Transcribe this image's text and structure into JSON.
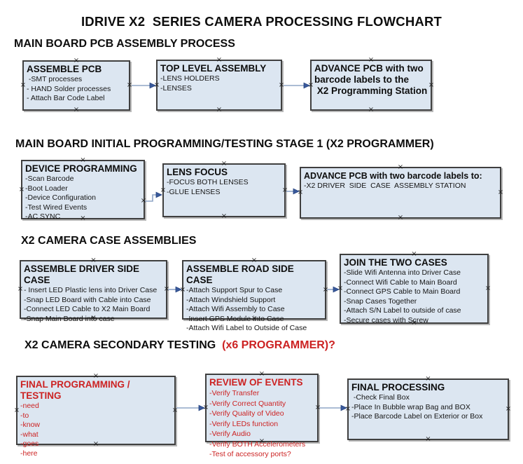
{
  "page_title": "IDRIVE X2  SERIES CAMERA PROCESSING FLOWCHART",
  "icons": {
    "connection_anchor": "×",
    "arrowhead": "right-pointing-triangle"
  },
  "colors": {
    "box_fill": "#dce6f1",
    "box_border": "#3f3f3f",
    "red_text": "#cc2222",
    "arrow_line": "#8fa5c6",
    "arrow_head": "#3a5a9c",
    "text": "#111111",
    "background": "#ffffff"
  },
  "sections": [
    {
      "heading": "MAIN BOARD PCB ASSEMBLY PROCESS",
      "boxes": [
        {
          "title": "ASSEMBLE PCB",
          "items": [
            " -SMT processes",
            "- HAND Solder processes",
            "- Attach Bar Code Label"
          ]
        },
        {
          "title": "TOP LEVEL ASSEMBLY",
          "items": [
            "-LENS HOLDERS",
            "-LENSES"
          ]
        },
        {
          "title": "ADVANCE PCB with two barcode labels to the\n X2 Programming Station",
          "items": []
        }
      ]
    },
    {
      "heading": "MAIN BOARD INITIAL PROGRAMMING/TESTING STAGE 1 (X2 PROGRAMMER)",
      "boxes": [
        {
          "title": "DEVICE PROGRAMMING",
          "items": [
            "-Scan Barcode",
            "-Boot Loader",
            "-Device Configuration",
            "-Test Wired Events",
            "-AC SYNC"
          ]
        },
        {
          "title": "LENS FOCUS",
          "items": [
            "-FOCUS BOTH LENSES",
            "-GLUE LENSES"
          ]
        },
        {
          "title": "ADVANCE PCB with two barcode labels to:",
          "items": [
            "-X2 DRIVER  SIDE  CASE  ASSEMBLY STATION"
          ]
        }
      ]
    },
    {
      "heading": "X2 CAMERA CASE ASSEMBLIES",
      "boxes": [
        {
          "title": "ASSEMBLE DRIVER SIDE CASE",
          "items": [
            "- Insert LED Plastic lens into Driver Case",
            "-Snap LED Board with Cable into Case",
            "-Connect LED Cable to X2 Main Board",
            "-Snap Main Board into case"
          ]
        },
        {
          "title": "ASSEMBLE ROAD SIDE CASE",
          "items": [
            "-Attach Support Spur to Case",
            "-Attach Windshield Support",
            "-Attach Wifi Assembly to Case",
            "-Insert GPS Module into Case",
            "-Attach Wifi Label to Outside of Case"
          ]
        },
        {
          "title": "JOIN THE TWO CASES",
          "items": [
            "-Slide Wifi Antenna into Driver Case",
            "-Connect Wifi Cable to Main Board",
            "-Connect GPS Cable to Main Board",
            "-Snap Cases Together",
            "-Attach S/N Label to outside of case",
            "-Secure cases with Screw"
          ]
        }
      ]
    },
    {
      "heading": "X2 CAMERA SECONDARY TESTING",
      "heading_red": "  (x6 PROGRAMMER)?",
      "boxes": [
        {
          "title": "FINAL PROGRAMMING / TESTING",
          "red": true,
          "items": [
            "-need",
            "-to",
            "-know",
            "-what",
            "-goes",
            "-here"
          ]
        },
        {
          "title": "REVIEW OF EVENTS",
          "red": true,
          "items": [
            "-Verify Transfer",
            "-Verify Correct Quantity",
            "-Verify Quality of Video",
            "-Verify LEDs function",
            "-Verify Audio",
            "-Verify BOTH Accelerometers",
            "-Test of accessory ports?"
          ]
        },
        {
          "title": "FINAL PROCESSING",
          "items": [
            " -Check Final Box",
            "-Place In Bubble wrap Bag and BOX",
            "-Place Barcode Label on Exterior or Box"
          ]
        }
      ]
    }
  ]
}
